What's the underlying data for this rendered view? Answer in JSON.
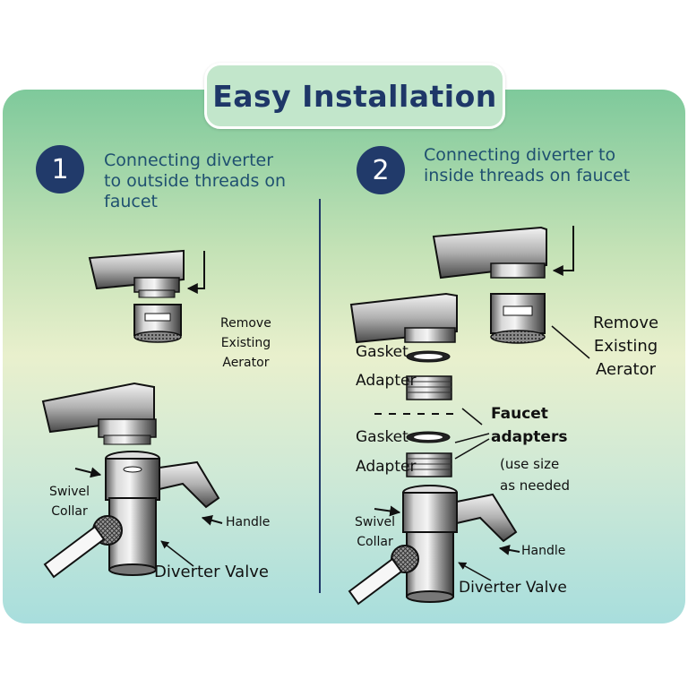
{
  "title": "Easy Installation",
  "steps": [
    {
      "number": "1",
      "text": "Connecting diverter\nto outside threads on\nfaucet"
    },
    {
      "number": "2",
      "text": "Connecting diverter to\ninside threads on faucet"
    }
  ],
  "labels": {
    "remove_aerator_1": "Remove\nExisting\nAerator",
    "swivel_collar_1": "Swivel\nCollar",
    "handle_1": "Handle",
    "diverter_valve_1": "Diverter Valve",
    "remove_aerator_2": "Remove\nExisting\nAerator",
    "gasket_1": "Gasket",
    "adapter_1": "Adapter",
    "gasket_2": "Gasket",
    "adapter_2": "Adapter",
    "faucet_adapters": "Faucet\nadapters",
    "use_size": "(use size\nas needed",
    "swivel_collar_2": "Swivel\nCollar",
    "handle_2": "Handle",
    "diverter_valve_2": "Diverter Valve"
  },
  "colors": {
    "title_text": "#1e3768",
    "circle_fill": "#213a6a",
    "step_text": "#1f5070",
    "panel_top": "#7ec99b",
    "panel_bottom": "#a8dedd"
  }
}
